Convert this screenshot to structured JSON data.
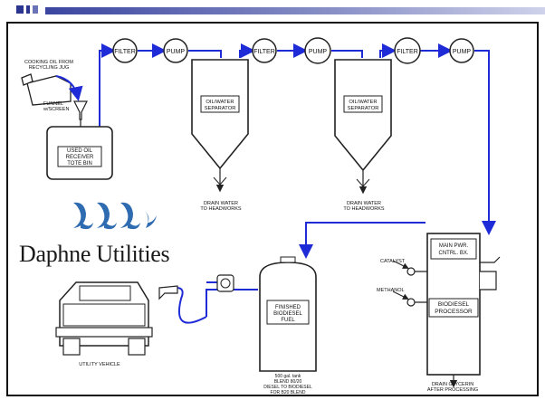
{
  "components": {
    "cooking_oil": [
      "COOKING OIL FROM",
      "RECYCLING JUG"
    ],
    "funnel": [
      "FUNNEL",
      "w/SCREEN"
    ],
    "receiver": [
      "USED OIL",
      "RECEIVER",
      "TOTE BIN"
    ],
    "filter_label": "FILTER",
    "pump_label": "PUMP",
    "separator_1": [
      "OIL/WATER",
      "SEPARATOR"
    ],
    "separator_2": [
      "OIL/WATER",
      "SEPARATOR"
    ],
    "drain_1": [
      "DRAIN WATER",
      "TO HEADWORKS"
    ],
    "drain_2": [
      "DRAIN WATER",
      "TO HEADWORKS"
    ],
    "main_power": [
      "MAIN PWR.",
      "CNTRL. BX."
    ],
    "catalyst": "CATALYST",
    "methanol": "METHANOL",
    "processor": [
      "BIODIESEL",
      "PROCESSOR"
    ],
    "drain_glycerin": [
      "DRAIN GLYCERIN",
      "AFTER PROCESSING"
    ],
    "finished_fuel": [
      "FINISHED",
      "BIODIESEL",
      "FUEL"
    ],
    "tank_note": [
      "500 gal. tank",
      "BLEND 80/20",
      "DIESEL TO BIODIESEL",
      "FOR B20 BLEND"
    ],
    "utility_vehicle": "UTILITY VEHICLE"
  },
  "logo": {
    "name": "Daphne Utilities"
  },
  "colors": {
    "pipe": "#1f2bd6",
    "outline": "#222222",
    "accent_dark": "#3b46a0",
    "logo_blue": "#2f6bb0"
  }
}
